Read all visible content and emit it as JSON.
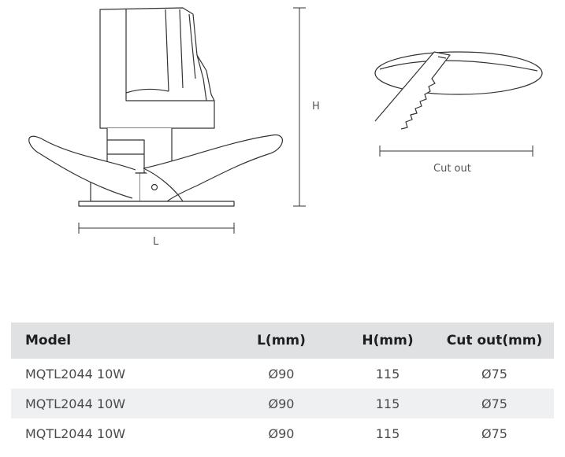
{
  "drawing": {
    "label_h": "H",
    "label_l": "L",
    "label_cutout": "Cut out"
  },
  "table": {
    "headers": [
      "Model",
      "L(mm)",
      "H(mm)",
      "Cut out(mm)"
    ],
    "rows": [
      [
        "MQTL2044 10W",
        "Ø90",
        "115",
        "Ø75"
      ],
      [
        "MQTL2044 10W",
        "Ø90",
        "115",
        "Ø75"
      ],
      [
        "MQTL2044 10W",
        "Ø90",
        "115",
        "Ø75"
      ]
    ]
  }
}
